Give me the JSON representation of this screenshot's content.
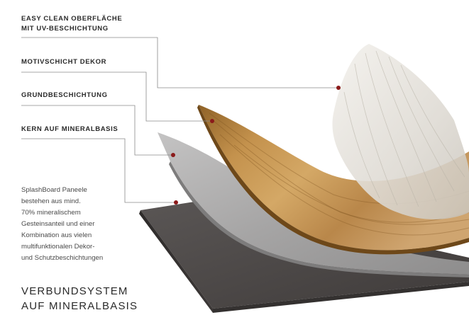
{
  "layers": [
    {
      "lines": [
        "EASY CLEAN OBERFLÄCHE",
        "MIT UV-BESCHICHTUNG"
      ]
    },
    {
      "lines": [
        "MOTIVSCHICHT DEKOR"
      ]
    },
    {
      "lines": [
        "GRUNDBESCHICHTUNG"
      ]
    },
    {
      "lines": [
        "KERN AUF MINERALBASIS"
      ]
    }
  ],
  "description": {
    "lines": [
      "SplashBoard Paneele",
      "bestehen aus mind.",
      "70% mineralischem",
      "Gesteinsanteil und einer",
      "Kombination aus vielen",
      "multifunktionalen Dekor-",
      "und Schutzbeschichtungen"
    ]
  },
  "headline": {
    "lines": [
      "VERBUNDSYSTEM",
      "AUF MINERALBASIS"
    ]
  },
  "colors": {
    "marker": "#8b1a1a",
    "leader_line": "#8a8a8a",
    "core": "#4f4b4a",
    "base_coat": "#a9a8a8",
    "decor": "#b98a4c",
    "uv_coat": "#e9e6e1"
  }
}
